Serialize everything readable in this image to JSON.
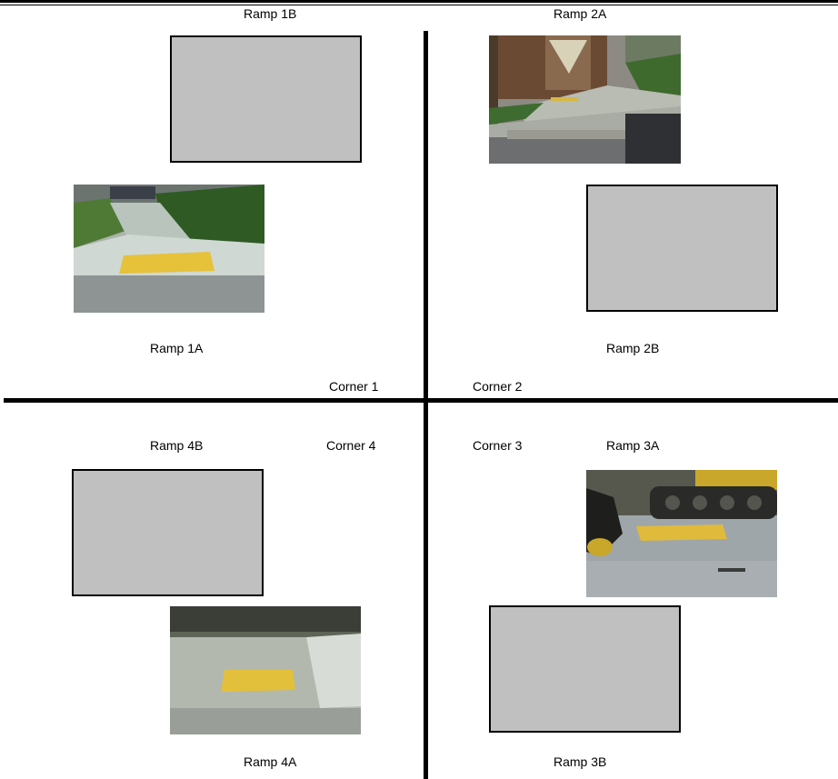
{
  "labels": {
    "ramp_1b": "Ramp 1B",
    "ramp_2a": "Ramp 2A",
    "ramp_1a": "Ramp 1A",
    "ramp_2b": "Ramp 2B",
    "corner_1": "Corner 1",
    "corner_2": "Corner 2",
    "ramp_4b": "Ramp 4B",
    "corner_4": "Corner 4",
    "corner_3": "Corner 3",
    "ramp_3a": "Ramp 3A",
    "ramp_4a": "Ramp 4A",
    "ramp_3b": "Ramp 3B"
  },
  "colors": {
    "placeholder_fill": "#c0c0c0",
    "detectable_warning": "#e6c13a",
    "concrete": "#c9cfc9",
    "grass": "#4f7a36"
  }
}
